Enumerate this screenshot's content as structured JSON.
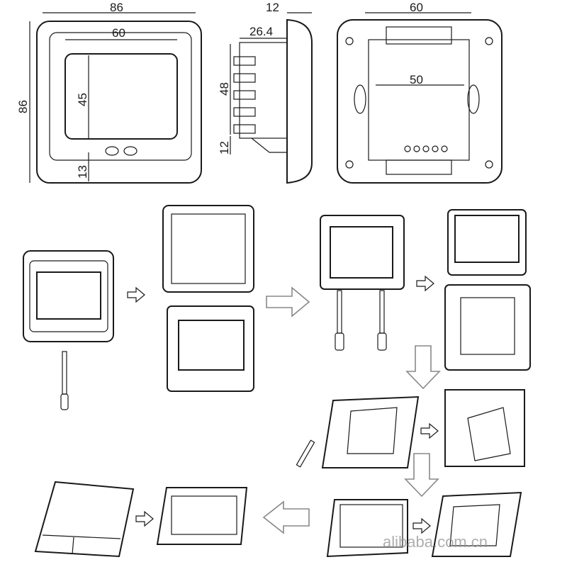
{
  "front_view": {
    "width": "86",
    "screen_width": "60",
    "screen_height": "45",
    "height": "86",
    "bottom_margin": "13"
  },
  "side_view": {
    "depth": "12",
    "body_depth": "26.4",
    "body_height": "48",
    "bottom_offset": "12"
  },
  "back_view": {
    "hole_spacing": "60",
    "module_width": "50"
  },
  "watermark": "alibaba.com.cn"
}
